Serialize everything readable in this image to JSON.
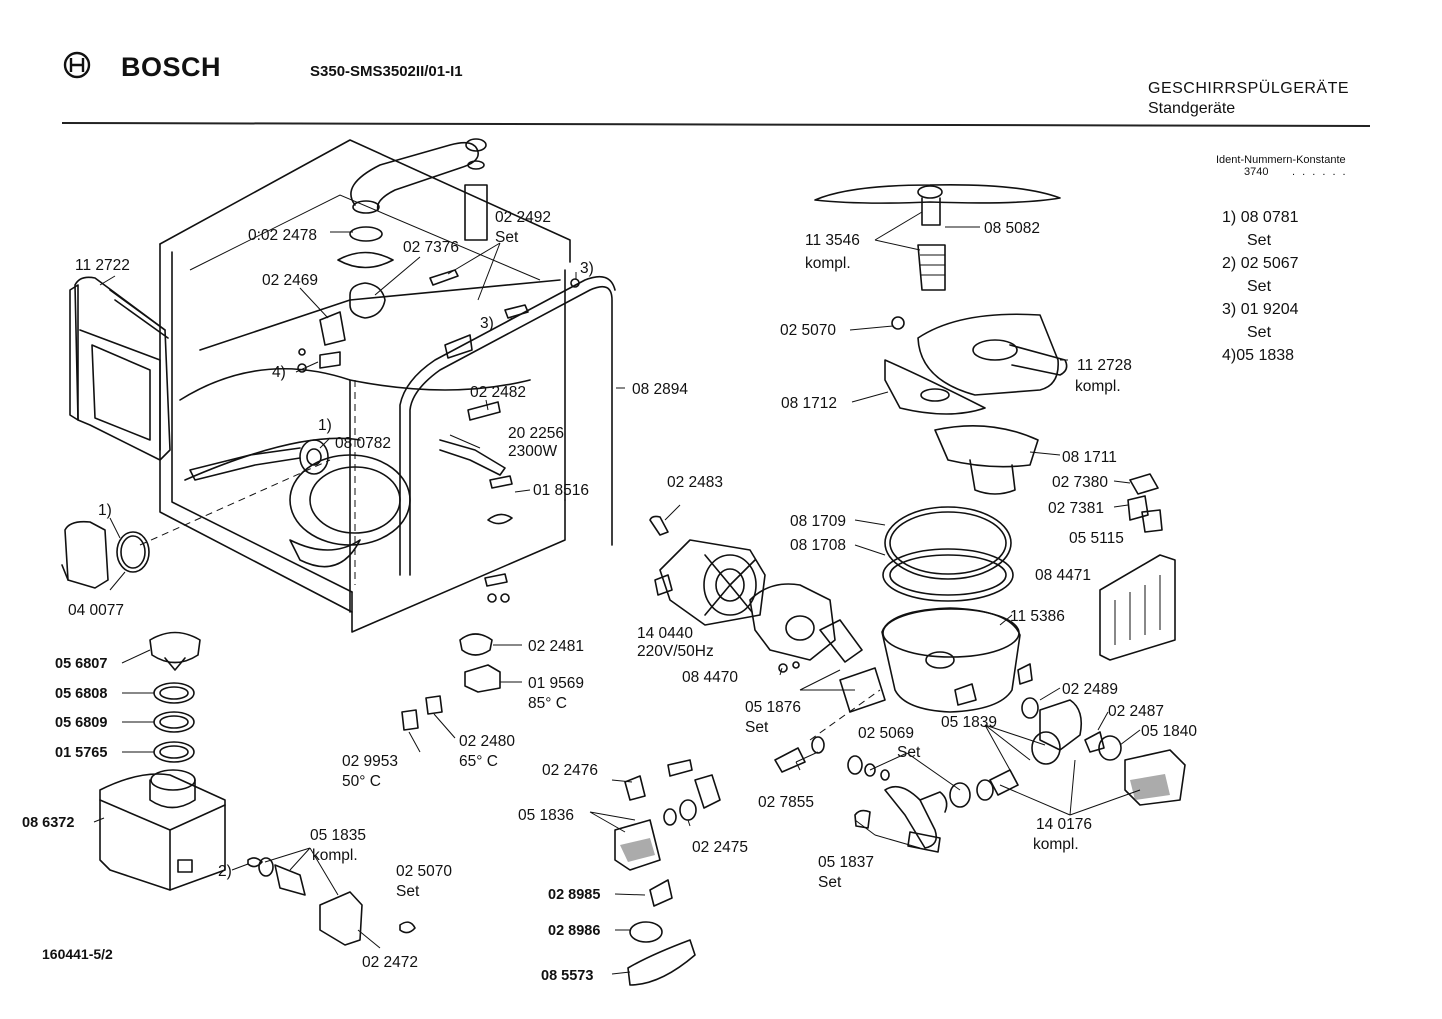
{
  "header": {
    "brand": "BOSCH",
    "model": "S350-SMS3502II/01-I1",
    "category_title": "GESCHIRRSPÜLGERÄTE",
    "category_subtitle": "Standgeräte"
  },
  "ident": {
    "label": "Ident-Nummern-Konstante",
    "value": "3740",
    "dots": ". .   . . . ."
  },
  "legend": [
    {
      "key": "1)",
      "number": "08 0781",
      "note": "Set"
    },
    {
      "key": "2)",
      "number": "02 5067",
      "note": "Set"
    },
    {
      "key": "3)",
      "number": "01 9204",
      "note": "Set"
    },
    {
      "key": "4)",
      "number": "05 1838",
      "note": ""
    }
  ],
  "footer": {
    "code": "160441-5/2"
  },
  "labels": {
    "p022478": "0:02 2478",
    "p022492": "02 2492",
    "p022492_note": "Set",
    "p027376": "02 7376",
    "p112722": "11 2722",
    "p022469": "02 2469",
    "ref3_top": "3)",
    "ref3_screw": "3)",
    "ref4": "4)",
    "p022482": "02 2482",
    "p082894": "08 2894",
    "ref1_heater": "1)",
    "p080782": "08 0782",
    "p202256": "20 2256",
    "p202256_note": "2300W",
    "p018516": "01 8516",
    "ref1_left": "1)",
    "p040077": "04 0077",
    "p022481": "02 2481",
    "p019569": "01 9569",
    "p019569_note": "85° C",
    "p029953": "02 9953",
    "p029953_note": "50° C",
    "p022480": "02 2480",
    "p022480_note": "65° C",
    "p056807": "05 6807",
    "p056808": "05 6808",
    "p056809": "05 6809",
    "p015765": "01 5765",
    "p086372": "08 6372",
    "ref2": "2)",
    "p051835": "05 1835",
    "p051835_note": "kompl.",
    "p025070_bot": "02 5070",
    "p025070_bot_note": "Set",
    "p022472": "02 2472",
    "p022476": "02 2476",
    "p051836": "05 1836",
    "p022475": "02 2475",
    "p028985": "02 8985",
    "p028986": "02 8986",
    "p085573": "08 5573",
    "p022483": "02 2483",
    "p140440": "14 0440",
    "p140440_note": "220V/50Hz",
    "p084470": "08 4470",
    "p051876": "05 1876",
    "p051876_note": "Set",
    "p027855": "02 7855",
    "p051837": "05 1837",
    "p051837_note": "Set",
    "p113546": "11 3546",
    "p113546_note": "kompl.",
    "p085082": "08 5082",
    "p025070_top": "02 5070",
    "p112728": "11 2728",
    "p112728_note": "kompl.",
    "p081712": "08 1712",
    "p081711": "08 1711",
    "p027380": "02 7380",
    "p027381": "02 7381",
    "p055115": "05 5115",
    "p081709": "08 1709",
    "p081708": "08 1708",
    "p084471": "08 4471",
    "p115386": "11 5386",
    "p022489": "02 2489",
    "p022487": "02 2487",
    "p051840": "05 1840",
    "p051839": "05 1839",
    "p025069": "02 5069",
    "p025069_note": "Set",
    "p140176": "14 0176",
    "p140176_note": "kompl."
  }
}
